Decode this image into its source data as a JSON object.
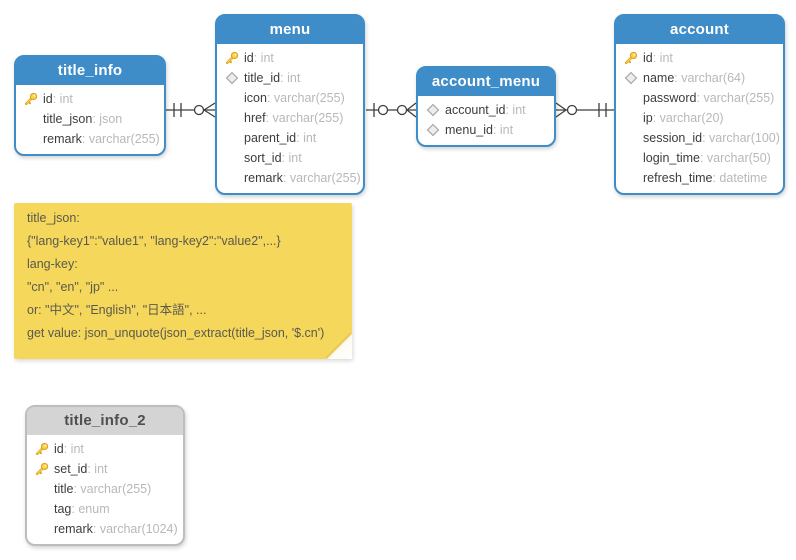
{
  "colors": {
    "table-blue": "#3e8cc8",
    "table-gray": "#d4d4d4",
    "table-gray-border": "#bdbdbd",
    "note-yellow": "#f5d75b",
    "key-gold": "#fcd34d",
    "connector-line": "#3f3f3f"
  },
  "tables": [
    {
      "title": "title_info",
      "theme": "blue",
      "fields": [
        {
          "name": "id",
          "type": "int",
          "icon": "key"
        },
        {
          "name": "title_json",
          "type": "json",
          "icon": "none"
        },
        {
          "name": "remark",
          "type": "varchar(255)",
          "icon": "none"
        }
      ]
    },
    {
      "title": "menu",
      "theme": "blue",
      "fields": [
        {
          "name": "id",
          "type": "int",
          "icon": "key"
        },
        {
          "name": "title_id",
          "type": "int",
          "icon": "diamond"
        },
        {
          "name": "icon",
          "type": "varchar(255)",
          "icon": "none"
        },
        {
          "name": "href",
          "type": "varchar(255)",
          "icon": "none"
        },
        {
          "name": "parent_id",
          "type": "int",
          "icon": "none"
        },
        {
          "name": "sort_id",
          "type": "int",
          "icon": "none"
        },
        {
          "name": "remark",
          "type": "varchar(255)",
          "icon": "none"
        }
      ]
    },
    {
      "title": "account_menu",
      "theme": "blue",
      "fields": [
        {
          "name": "account_id",
          "type": "int",
          "icon": "diamond"
        },
        {
          "name": "menu_id",
          "type": "int",
          "icon": "diamond"
        }
      ]
    },
    {
      "title": "account",
      "theme": "blue",
      "fields": [
        {
          "name": "id",
          "type": "int",
          "icon": "key"
        },
        {
          "name": "name",
          "type": "varchar(64)",
          "icon": "diamond"
        },
        {
          "name": "password",
          "type": "varchar(255)",
          "icon": "none"
        },
        {
          "name": "ip",
          "type": "varchar(20)",
          "icon": "none"
        },
        {
          "name": "session_id",
          "type": "varchar(100)",
          "icon": "none"
        },
        {
          "name": "login_time",
          "type": "varchar(50)",
          "icon": "none"
        },
        {
          "name": "refresh_time",
          "type": "datetime",
          "icon": "none"
        }
      ]
    },
    {
      "title": "title_info_2",
      "theme": "gray",
      "fields": [
        {
          "name": "id",
          "type": "int",
          "icon": "key"
        },
        {
          "name": "set_id",
          "type": "int",
          "icon": "key"
        },
        {
          "name": "title",
          "type": "varchar(255)",
          "icon": "none"
        },
        {
          "name": "tag",
          "type": "enum",
          "icon": "none"
        },
        {
          "name": "remark",
          "type": "varchar(1024)",
          "icon": "none"
        }
      ]
    }
  ],
  "relationships": [
    {
      "from": "title_info",
      "to": "menu",
      "from_cardinality": "one",
      "to_cardinality": "zero-or-many"
    },
    {
      "from": "menu",
      "to": "account_menu",
      "from_cardinality": "zero-or-one",
      "to_cardinality": "zero-or-many"
    },
    {
      "from": "account_menu",
      "to": "account",
      "from_cardinality": "zero-or-many",
      "to_cardinality": "one"
    }
  ],
  "note": {
    "lines": [
      "title_json:",
      "{\"lang-key1\":\"value1\", \"lang-key2\":\"value2\",...}",
      "lang-key:",
      "\"cn\", \"en\", \"jp\" ...",
      "or: \"中文\", \"English\", \"日本語\", ...",
      "get value: json_unquote(json_extract(title_json, '$.cn')"
    ]
  }
}
